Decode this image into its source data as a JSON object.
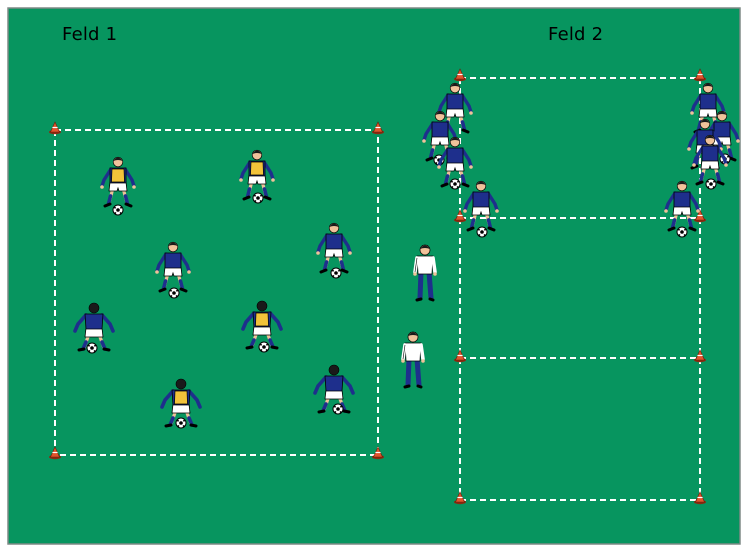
{
  "colors": {
    "grass": "#07955f",
    "border": "#7f8a86",
    "line": "#ffffff",
    "cone": "#e0542c",
    "cone_base": "#8a2a10",
    "jersey": "#1e2f8c",
    "bib": "#f2c33a",
    "shorts": "#ffffff",
    "skin": "#f0c29a",
    "coach_pants": "#1e2f8c",
    "coach_shirt": "#ffffff",
    "ball": "#ffffff"
  },
  "fields": {
    "feld1": {
      "label": "Feld 1"
    },
    "feld2": {
      "label": "Feld 2"
    }
  },
  "players": {
    "feld1": [
      {
        "id": "f1-p1",
        "bib": true,
        "pose": "front"
      },
      {
        "id": "f1-p2",
        "bib": true,
        "pose": "front"
      },
      {
        "id": "f1-p3",
        "bib": false,
        "pose": "front"
      },
      {
        "id": "f1-p4",
        "bib": false,
        "pose": "front"
      },
      {
        "id": "f1-p5",
        "bib": false,
        "pose": "back"
      },
      {
        "id": "f1-p6",
        "bib": true,
        "pose": "back"
      },
      {
        "id": "f1-p7",
        "bib": false,
        "pose": "back"
      },
      {
        "id": "f1-p8",
        "bib": true,
        "pose": "back"
      }
    ],
    "feld2_left_queue": [
      {
        "id": "f2l-1",
        "bib": false
      },
      {
        "id": "f2l-2",
        "bib": false
      },
      {
        "id": "f2l-3",
        "bib": false
      },
      {
        "id": "f2l-4",
        "bib": false
      }
    ],
    "feld2_right_queue": [
      {
        "id": "f2r-1",
        "bib": false
      },
      {
        "id": "f2r-2",
        "bib": false
      },
      {
        "id": "f2r-3",
        "bib": false
      },
      {
        "id": "f2r-4",
        "bib": false
      },
      {
        "id": "f2r-5",
        "bib": false
      }
    ],
    "coaches": [
      {
        "id": "coach-1"
      },
      {
        "id": "coach-2"
      }
    ]
  }
}
